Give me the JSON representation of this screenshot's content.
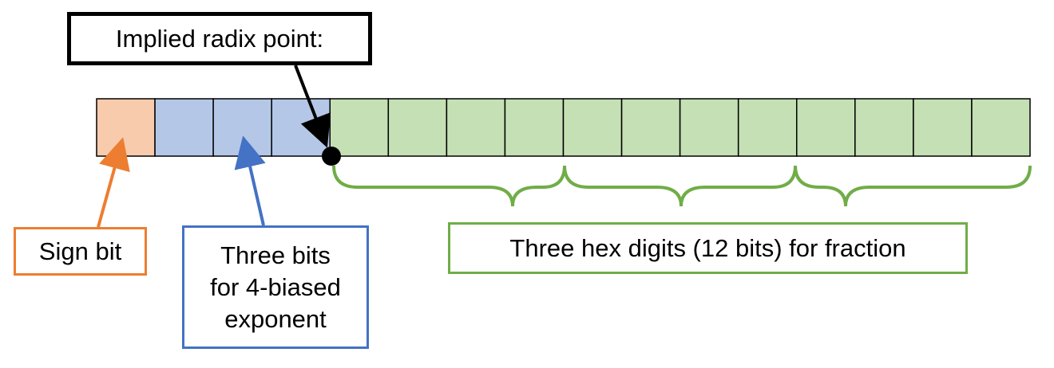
{
  "labels": {
    "radix_point": "Implied radix point:",
    "sign": "Sign bit",
    "exponent": "Three bits\nfor 4-biased\nexponent",
    "fraction": "Three hex digits (12 bits) for fraction"
  },
  "bits": {
    "total": 16,
    "sign_count": 1,
    "exponent_count": 3,
    "fraction_count": 12,
    "fraction_group_size": 4
  },
  "colors": {
    "sign_fill": "#f8cbad",
    "sign_border": "#ed7d31",
    "exponent_fill": "#b4c7e7",
    "exponent_border": "#4472c4",
    "fraction_fill": "#c5e0b4",
    "fraction_border": "#70ad47",
    "outline": "#000000"
  }
}
